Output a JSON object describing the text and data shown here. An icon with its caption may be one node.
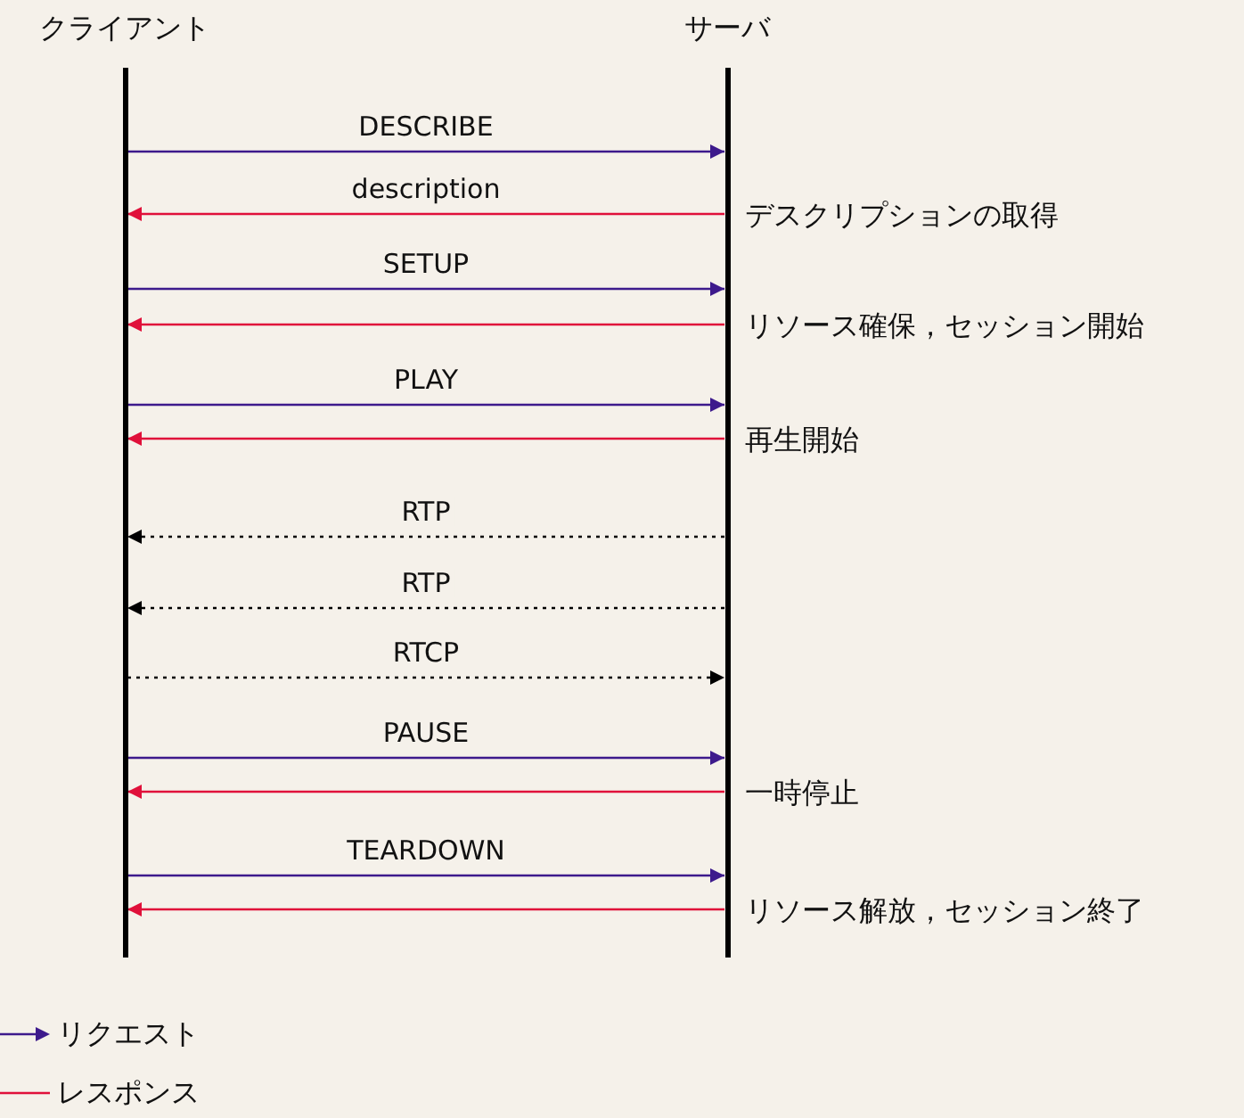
{
  "diagram": {
    "nodes": [
      {
        "text": [
          "クライアント"
        ]
      },
      {
        "text": [
          "サーバ"
        ]
      }
    ],
    "edges": [
      {
        "from": 0,
        "to": 1,
        "arrow": "to",
        "label": "DESCRIBE",
        "color": "#3d1a8c"
      },
      {
        "from": 1,
        "to": 0,
        "arrow": "to",
        "label": "description",
        "color": "#e0103a"
      },
      {
        "from": 0,
        "to": 1,
        "arrow": "to",
        "label": "SETUP",
        "color": "#3d1a8c"
      },
      {
        "from": 1,
        "to": 0,
        "arrow": "to",
        "color": "#e0103a"
      },
      {
        "from": 0,
        "to": 1,
        "arrow": "to",
        "label": "PLAY",
        "color": "#3d1a8c"
      },
      {
        "from": 1,
        "to": 0,
        "arrow": "to",
        "color": "#e0103a"
      },
      {
        "from": 1,
        "to": 0,
        "arrow": "to",
        "label": "RTP",
        "style": "dashed",
        "color": "#000000"
      },
      {
        "from": 1,
        "to": 0,
        "arrow": "to",
        "label": "RTP",
        "style": "dashed",
        "color": "#000000"
      },
      {
        "from": 0,
        "to": 1,
        "arrow": "to",
        "label": "RTCP",
        "style": "dashed",
        "color": "#000000"
      },
      {
        "from": 0,
        "to": 1,
        "arrow": "to",
        "label": "PAUSE",
        "color": "#3d1a8c"
      },
      {
        "from": 1,
        "to": 0,
        "arrow": "to",
        "color": "#e0103a"
      },
      {
        "from": 0,
        "to": 1,
        "arrow": "to",
        "label": "TEARDOWN",
        "color": "#3d1a8c"
      },
      {
        "from": 1,
        "to": 0,
        "arrow": "to",
        "color": "#e0103a"
      }
    ],
    "labels": [
      "デスクリプションの取得",
      "リソース確保，セッション開始",
      "再生開始",
      "一時停止",
      "リソース解放，セッション終了"
    ],
    "legend": [
      {
        "text": "リクエスト"
      },
      {
        "text": "レスポンス"
      }
    ]
  }
}
